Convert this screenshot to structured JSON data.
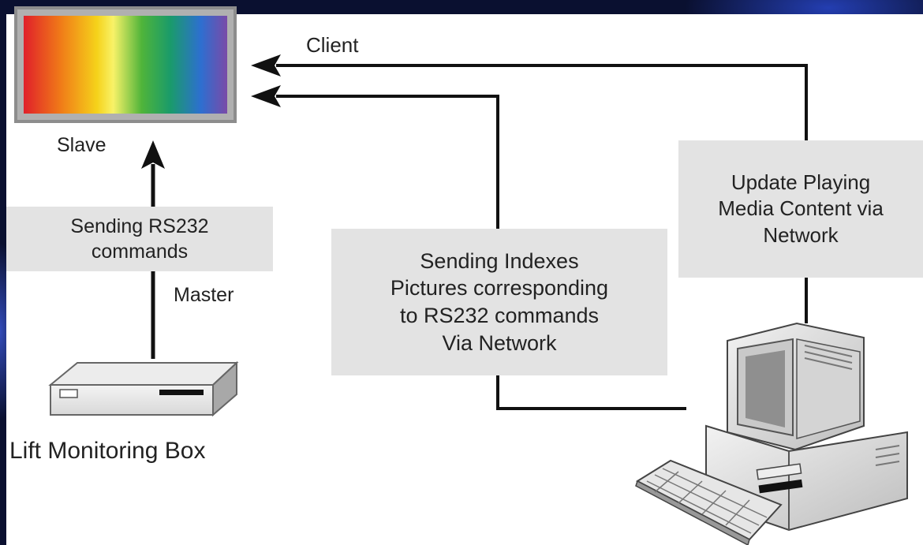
{
  "labels": {
    "client": "Client",
    "slave": "Slave",
    "master": "Master",
    "lift_box": "Lift Monitoring Box"
  },
  "boxes": {
    "rs232": [
      "Sending RS232",
      "commands"
    ],
    "indexes": [
      "Sending Indexes",
      "Pictures corresponding",
      "to RS232 commands",
      "Via Network"
    ],
    "update": [
      "Update Playing",
      "Media Content via",
      "Network"
    ]
  },
  "colors": {
    "background": "#0a1030",
    "panel": "#ffffff",
    "box_fill": "#e3e3e3",
    "line": "#111111",
    "spectrum": [
      "#e0202a",
      "#f07a18",
      "#f5d21a",
      "#f8f268",
      "#4fb43a",
      "#1a9b6a",
      "#2d6fd0",
      "#7a4aa8"
    ]
  }
}
